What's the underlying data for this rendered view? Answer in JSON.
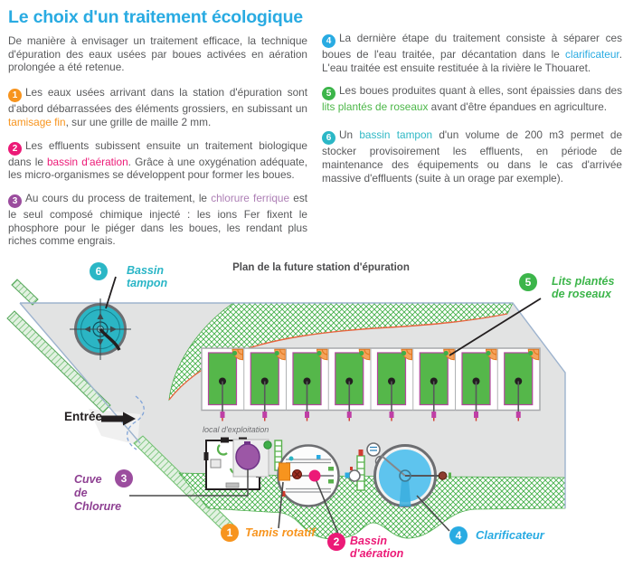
{
  "header": {
    "title": "Le choix d'un traitement écologique",
    "intro": "De manière à envisager un traitement efficace, la technique d'épuration des eaux usées par boues activées en aération prolongée a été retenue."
  },
  "colors": {
    "accent_blue": "#29abe2",
    "orange": "#f7941e",
    "pink": "#ec1a77",
    "purple": "#9b4d9e",
    "light_purple": "#ad7fb5",
    "green": "#3cb54a",
    "teal": "#2bb7c6",
    "body_text": "#58595b"
  },
  "points": [
    {
      "num": "1",
      "segments": [
        "Les eaux usées arrivant dans la station d'épuration sont d'abord débarrassées des éléments grossiers, en subissant un ",
        "tamisage fin",
        ", sur une grille de maille 2 mm."
      ]
    },
    {
      "num": "2",
      "segments": [
        "Les effluents subissent ensuite un traitement biologique dans le ",
        "bassin d'aération",
        ". Grâce à une oxygénation adéquate, les micro-organismes se développent pour former les boues."
      ]
    },
    {
      "num": "3",
      "segments": [
        "Au cours du process de traitement, le ",
        "chlorure ferrique",
        " est le seul composé chimique injecté : les ions Fer fixent le phosphore pour le piéger dans les boues, les rendant plus riches comme engrais."
      ]
    },
    {
      "num": "4",
      "segments": [
        "La dernière étape du traitement consiste à séparer ces boues de l'eau traitée, par décantation dans le ",
        "clarificateur",
        ". L'eau traitée est ensuite restituée à la rivière le Thouaret."
      ]
    },
    {
      "num": "5",
      "segments": [
        "Les boues produites quant à elles, sont épaissies dans des ",
        "lits plantés de roseaux",
        " avant d'être épandues en agriculture."
      ]
    },
    {
      "num": "6",
      "segments": [
        "Un ",
        "bassin tampon",
        " d'un volume de 200 m3 permet de stocker provisoirement les effluents, en période de maintenance des équipements ou dans le cas d'arrivée massive d'effluents (suite à un orage par exemple)."
      ]
    }
  ],
  "plan": {
    "title": "Plan de la future station d'épuration",
    "entrance": "Entrée",
    "building": "local d'exploitation",
    "callouts": {
      "buffer_basin": {
        "num": "6",
        "lines": [
          "Bassin",
          "tampon"
        ]
      },
      "reed_beds": {
        "num": "5",
        "lines": [
          "Lits plantés",
          "de roseaux"
        ]
      },
      "chlorine_tank": {
        "num": "3",
        "lines": [
          "Cuve",
          "de",
          "Chlorure"
        ]
      },
      "rotary_screen": {
        "num": "1",
        "lines": [
          "Tamis rotatif"
        ]
      },
      "aeration_basin": {
        "num": "2",
        "lines": [
          "Bassin",
          "d'aération"
        ]
      },
      "clarifier": {
        "num": "4",
        "lines": [
          "Clarificateur"
        ]
      }
    }
  }
}
